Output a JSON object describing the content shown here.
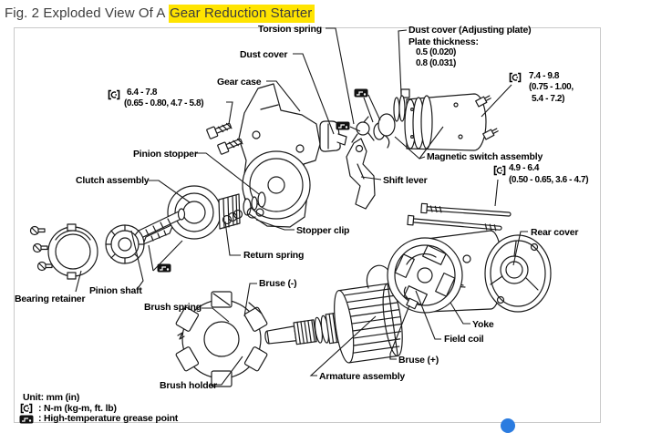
{
  "title": {
    "prefix": "Fig. 2 Exploded View Of A ",
    "highlight": "Gear Reduction Starter"
  },
  "diagram": {
    "labels": {
      "torsion_spring": "Torsion spring",
      "dust_cover_top": "Dust cover",
      "gear_case": "Gear case",
      "dust_cover_adjusting": "Dust cover (Adjusting plate)",
      "pinion_stopper": "Pinion stopper",
      "clutch_assembly": "Clutch assembly",
      "magnetic_switch": "Magnetic switch assembly",
      "shift_lever": "Shift lever",
      "stopper_clip": "Stopper clip",
      "return_spring": "Return spring",
      "bearing_retainer": "Bearing retainer",
      "pinion_shaft": "Pinion shaft",
      "brush_spring": "Brush spring",
      "bruse_minus": "Bruse (-)",
      "brush_holder": "Brush holder",
      "armature_assembly": "Armature assembly",
      "bruse_plus": "Bruse (+)",
      "field_coil": "Field coil",
      "yoke": "Yoke",
      "rear_cover": "Rear cover"
    },
    "plate": {
      "heading": "Plate thickness:",
      "v1": "0.5 (0.020)",
      "v2": "0.8 (0.031)"
    },
    "specs": {
      "top_right": [
        "7.4 - 9.8",
        "(0.75 - 1.00,",
        "5.4 - 7.2)"
      ],
      "left": [
        "6.4 - 7.8",
        "(0.65 - 0.80, 4.7 - 5.8)"
      ],
      "mid_right": [
        "4.9 - 6.4",
        "(0.50 - 0.65, 3.6 - 4.7)"
      ]
    },
    "legend": {
      "unit": "Unit: mm (in)",
      "torque": ": N-m (kg-m, ft. lb)",
      "grease": ": High-temperature grease point"
    }
  },
  "colors": {
    "highlight": "#ffe400",
    "line_ink": "#1a1a1a",
    "box_border": "#c9c9c9",
    "blue_dot": "#2b7ce0"
  }
}
